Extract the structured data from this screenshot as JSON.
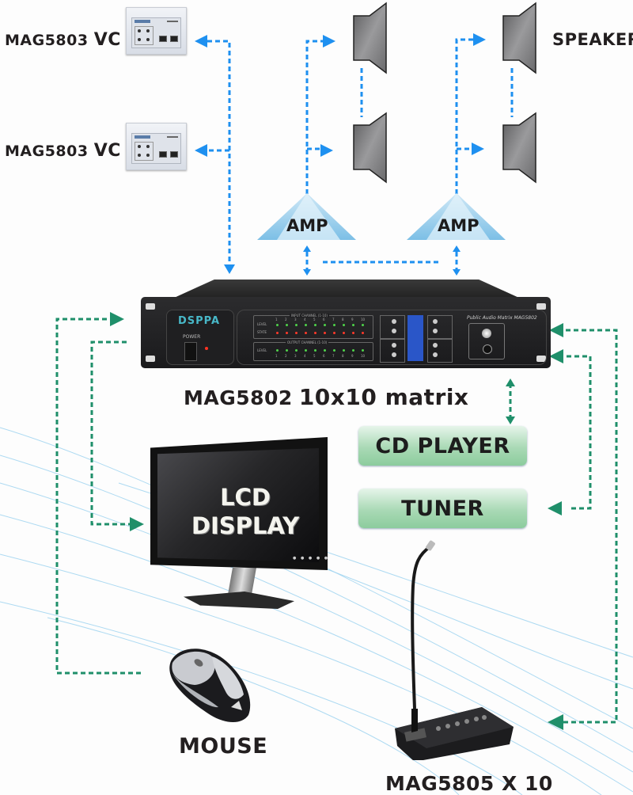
{
  "diagram": {
    "title": "MAG5802 10x10 matrix system diagram",
    "colors": {
      "blue_link": "#1e90f0",
      "green_link": "#1f8f6a",
      "amp_fill": "#8cc8ea",
      "box_fill": "#a9d9b5",
      "text": "#231f20"
    },
    "nodes": {
      "vc_top": {
        "model": "MAG5803",
        "suffix": "VC"
      },
      "vc_bottom": {
        "model": "MAG5803",
        "suffix": "VC"
      },
      "speaker_label": "SPEAKER",
      "amp_left": "AMP",
      "amp_right": "AMP",
      "matrix": {
        "model": "MAG5802",
        "desc": "10x10 matrix",
        "brand": "DSPPA",
        "panel_title": "Public Audio Matrix  MAG5802",
        "power_label": "POWER"
      },
      "cd_player": "CD PLAYER",
      "tuner": "TUNER",
      "lcd": {
        "line1": "LCD",
        "line2": "DISPLAY"
      },
      "mouse": "MOUSE",
      "mic": "MAG5805 X 10"
    },
    "panel": {
      "input_title": "INPUT CHANNEL (1-10)",
      "output_title": "OUTPUT CHANNEL (1-10)",
      "level": "LEVEL",
      "state": "STATE",
      "channels": [
        "1",
        "2",
        "3",
        "4",
        "5",
        "6",
        "7",
        "8",
        "9",
        "10"
      ]
    },
    "connections": [
      {
        "from": "matrix",
        "to": "vc_top",
        "style": "blue-dashed"
      },
      {
        "from": "matrix",
        "to": "vc_bottom",
        "style": "blue-dashed"
      },
      {
        "from": "amp_left",
        "to": "speaker_left_top",
        "style": "blue-dashed"
      },
      {
        "from": "amp_left",
        "to": "speaker_left_bottom",
        "style": "blue-dashed"
      },
      {
        "from": "amp_right",
        "to": "speaker_right_top",
        "style": "blue-dashed"
      },
      {
        "from": "amp_right",
        "to": "speaker_right_bottom",
        "style": "blue-dashed"
      },
      {
        "from": "matrix",
        "to": "amp_left",
        "style": "blue-dashed-bidirectional"
      },
      {
        "from": "matrix",
        "to": "amp_right",
        "style": "blue-dashed-bidirectional"
      },
      {
        "from": "mouse",
        "to": "matrix",
        "style": "green-dashed"
      },
      {
        "from": "matrix",
        "to": "lcd",
        "style": "green-dashed"
      },
      {
        "from": "matrix",
        "to": "cd_player",
        "style": "green-dashed-bidirectional"
      },
      {
        "from": "tuner",
        "to": "matrix",
        "style": "green-dashed-bidirectional"
      },
      {
        "from": "mic",
        "to": "matrix",
        "style": "green-dashed-bidirectional"
      }
    ]
  }
}
